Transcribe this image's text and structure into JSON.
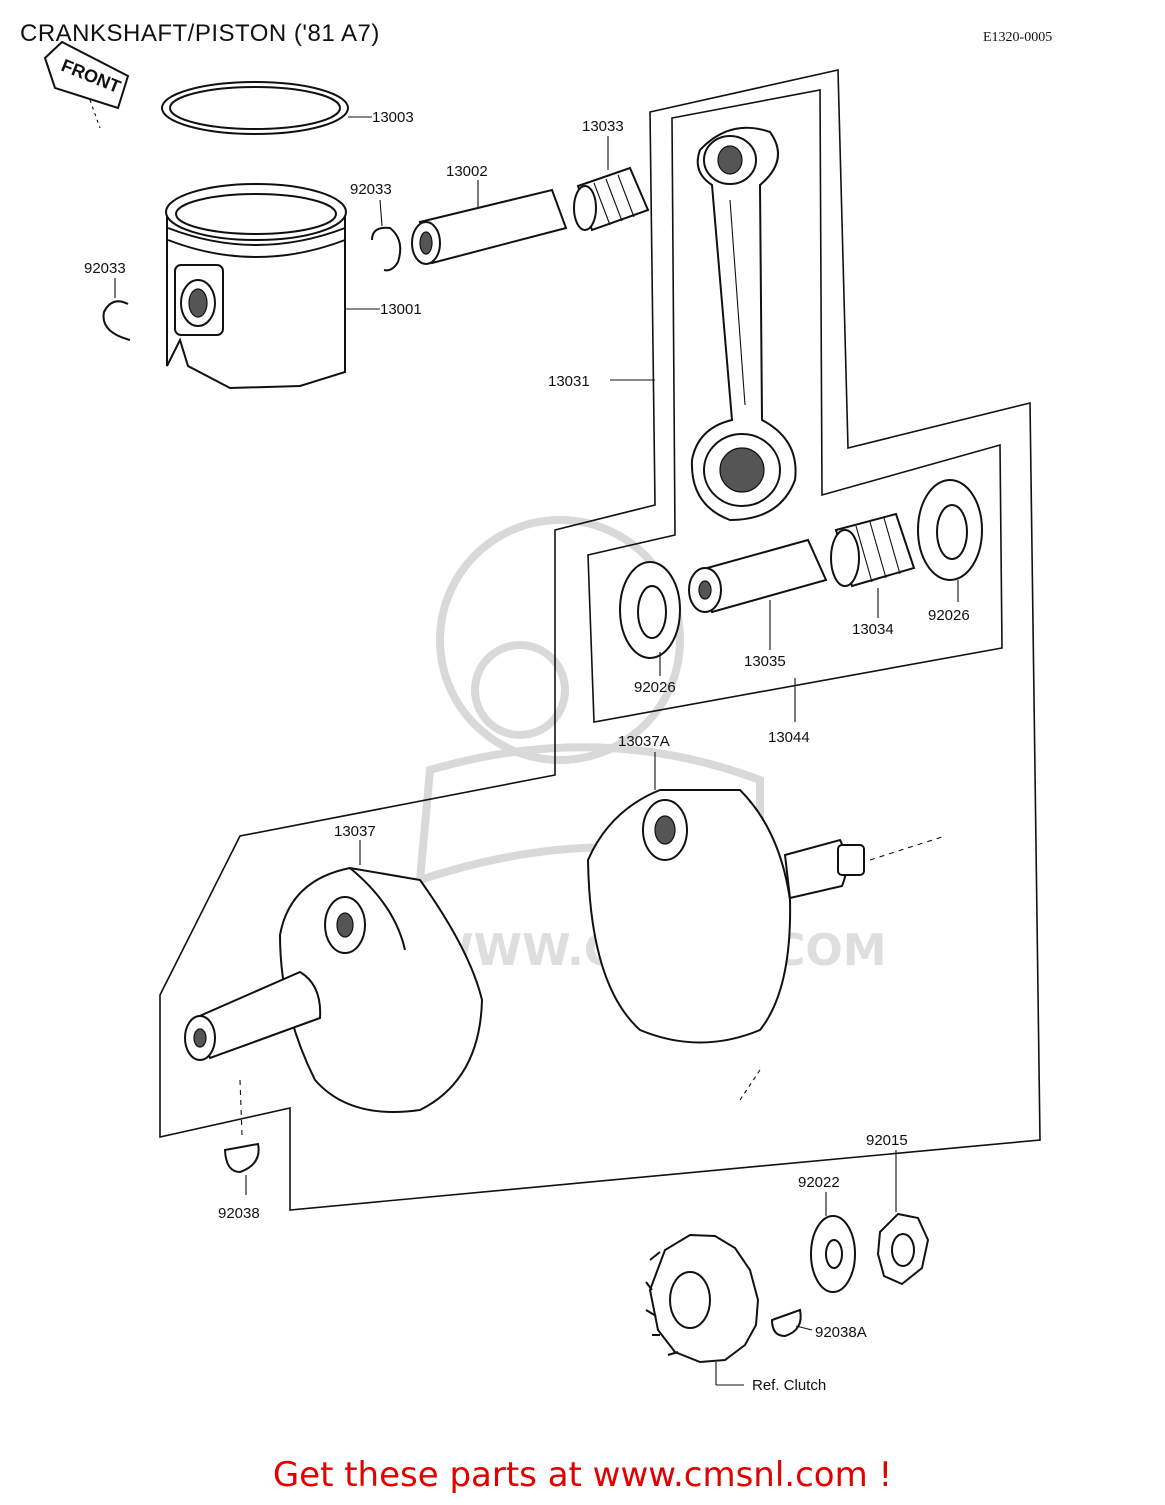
{
  "title": "CRANKSHAFT/PISTON ('81 A7)",
  "diagram_code": "E1320-0005",
  "front_label": "FRONT",
  "watermark": "WWW.CMSNL.COM",
  "footer": "Get these parts at www.cmsnl.com !",
  "parts": {
    "ring": "13003",
    "piston": "13001",
    "pin": "13002",
    "circlip_right": "92033",
    "circlip_left": "92033",
    "small_end_bearing": "13033",
    "conrod": "13031",
    "washer_left": "92026",
    "crankpin": "13035",
    "big_end_bearing": "13034",
    "washer_right": "92026",
    "conrod_assy": "13044",
    "crank_left": "13037",
    "crank_right": "13037A",
    "key": "92038",
    "nut": "92015",
    "lockwasher": "92022",
    "key_a": "92038A",
    "ref_clutch": "Ref.  Clutch"
  }
}
